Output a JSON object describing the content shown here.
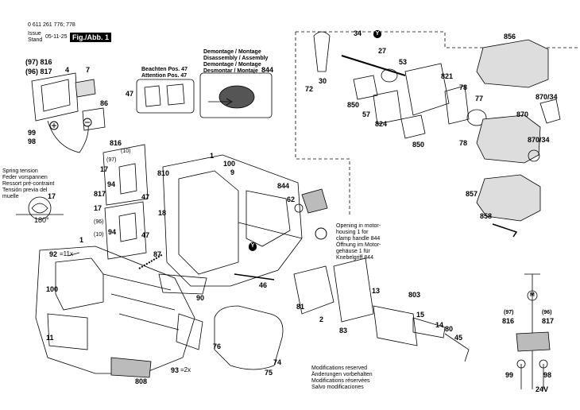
{
  "header": {
    "part_number": "0 611 261 776; 778",
    "issue_label": "Issue",
    "stand_label": "Stand",
    "date": "05-11-25",
    "figure": "Fig./Abb. 1"
  },
  "notes": {
    "beachten_1": "Beachten Pos. 47",
    "beachten_2": "Attention Pos. 47",
    "demontage_1": "Demontage / Montage",
    "demontage_2": "Disassembly / Assembly",
    "demontage_3": "Demontage / Montage",
    "demontage_4": "Desmontar / Montaje",
    "spring_1": "Spring tension",
    "spring_2": "Feder vorspannen",
    "spring_3": "Ressort pré-contraint",
    "spring_4": "Tensión previa del",
    "spring_5": "muelle",
    "opening_1": "Opening in motor-",
    "opening_2": "housing 1 for",
    "opening_3": "clamp handle 844",
    "opening_4": "Öffnung im Motor-",
    "opening_5": "gehäuse 1 für",
    "opening_6": "Knebelgriff 844",
    "mod_1": "Modifications reserved",
    "mod_2": "Änderungen vorbehalten",
    "mod_3": "Modifications réservées",
    "mod_4": "Salvo modificaciones"
  },
  "labels": {
    "l816a": "(97) 816",
    "l817a": "(96) 817",
    "l4": "4",
    "l7": "7",
    "l86": "86",
    "l99a": "99",
    "l98a": "98",
    "l47a": "47",
    "l844a": "844",
    "l816b": "816",
    "l10a": "(10)",
    "l97b": "(97)",
    "l17a": "17",
    "l94a": "94",
    "l47b": "47",
    "l810": "810",
    "l817b": "817",
    "l17b": "17",
    "l96b": "(96)",
    "l10b": "(10)",
    "l94b": "94",
    "l47c": "47",
    "l17c": "17",
    "l180": "180°",
    "l1a": "1",
    "l100a": "100",
    "l9": "9",
    "l18": "18",
    "l844b": "844",
    "l62": "62",
    "l92": "92",
    "l11x": "=11x",
    "l1b": "1",
    "l87": "87",
    "l46": "46",
    "l90": "90",
    "l100b": "100",
    "l11": "11",
    "l76": "76",
    "l75": "75",
    "l74": "74",
    "l93": "93",
    "l2x": "=2x",
    "l808": "808",
    "l34": "34",
    "l27": "27",
    "l53": "53",
    "l72": "72",
    "l30": "30",
    "l850a": "850",
    "l57": "57",
    "l824": "824",
    "l821": "821",
    "l850b": "850",
    "l78a": "78",
    "l78b": "78",
    "l77": "77",
    "l856": "856",
    "l87034a": "870/34",
    "l870": "870",
    "l87034b": "870/34",
    "l857": "857",
    "l858": "858",
    "l81": "81",
    "l2": "2",
    "l83": "83",
    "l13": "13",
    "l803": "803",
    "l15": "15",
    "l14": "14",
    "l80": "80",
    "l45": "45",
    "l97c": "(97)",
    "l816c": "816",
    "l96c": "(96)",
    "l817c": "817",
    "l99b": "99",
    "l98b": "98",
    "l24v": "24V",
    "motor": "M",
    "y": "Y"
  }
}
